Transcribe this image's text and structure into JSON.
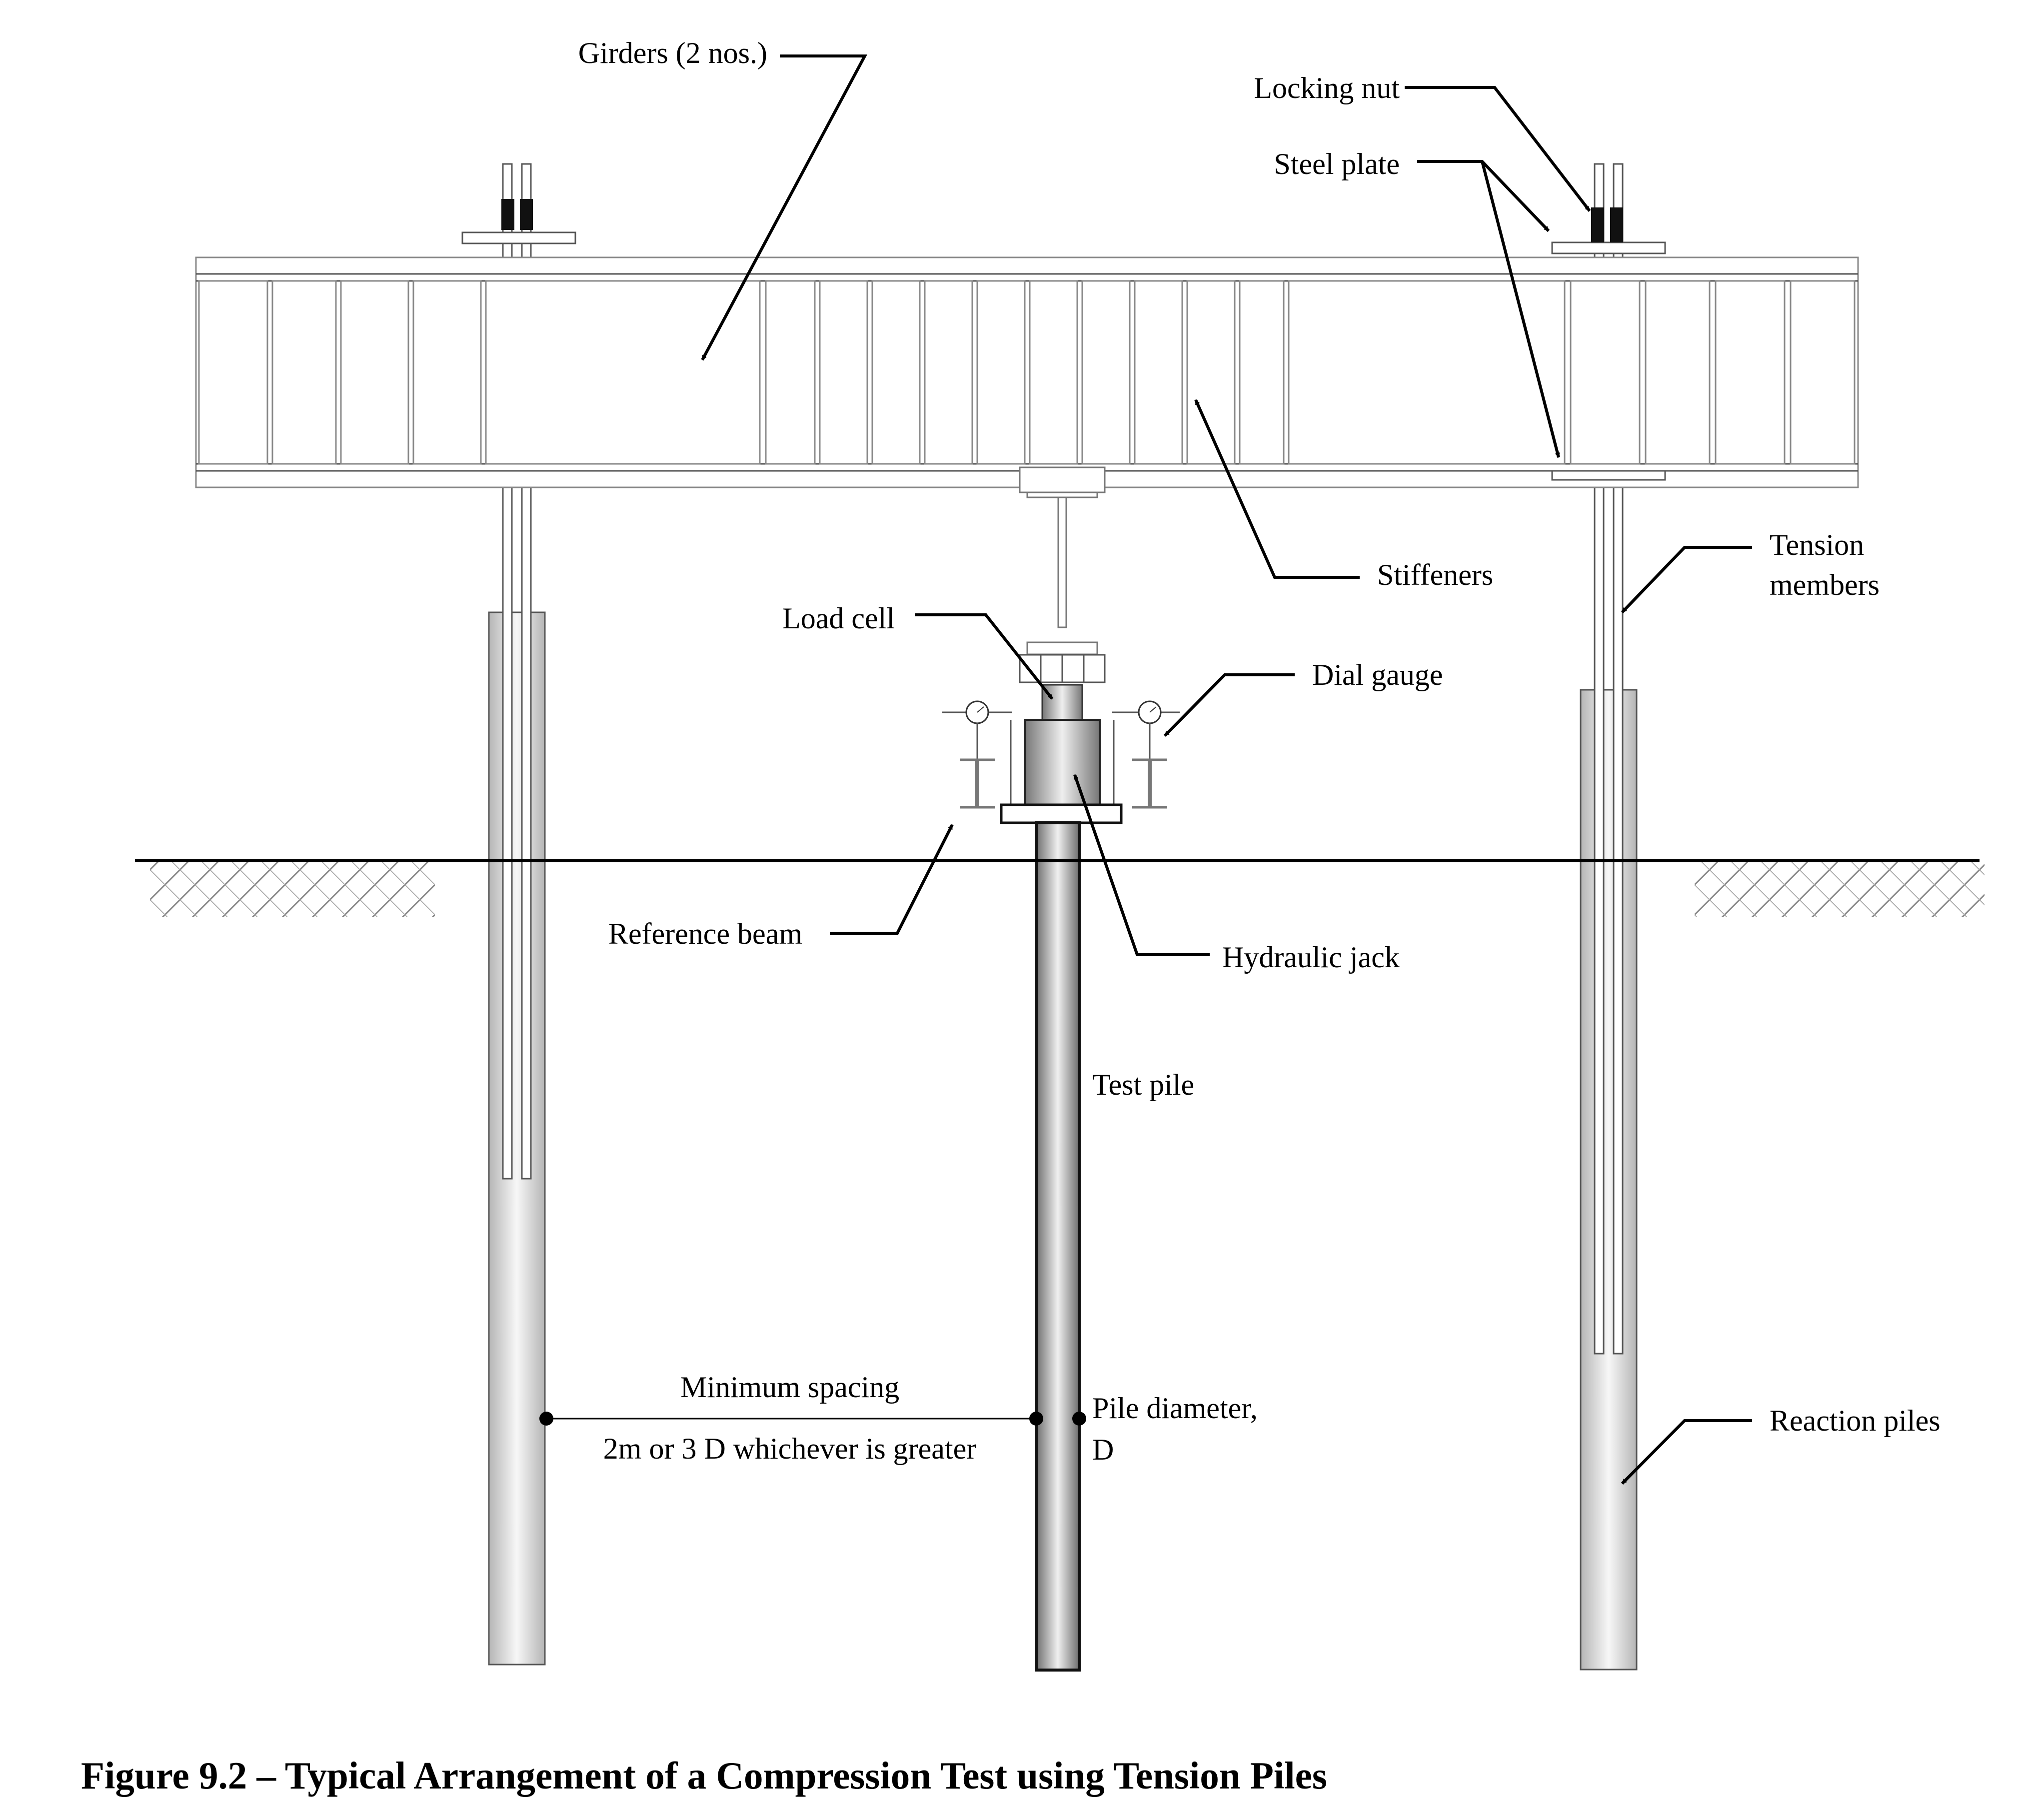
{
  "labels": {
    "girders": "Girders (2 nos.)",
    "locking_nut": "Locking nut",
    "steel_plate": "Steel plate",
    "stiffeners": "Stiffeners",
    "tension_members_1": "Tension",
    "tension_members_2": "members",
    "load_cell": "Load cell",
    "dial_gauge": "Dial gauge",
    "reference_beam": "Reference beam",
    "hydraulic_jack": "Hydraulic jack",
    "test_pile": "Test pile",
    "minimum_spacing": "Minimum spacing",
    "spacing_rule": "2m or 3 D whichever is greater",
    "pile_diameter_1": "Pile diameter,",
    "pile_diameter_2": "D",
    "reaction_piles": "Reaction piles"
  },
  "caption": "Figure 9.2 – Typical Arrangement of a Compression Test using Tension Piles",
  "colors": {
    "line": "#000000",
    "girder_outline": "#888888",
    "pile_light": "#f4f4f4",
    "pile_mid": "#b8b8b8",
    "test_pile_dark": "#8a8a8a"
  }
}
